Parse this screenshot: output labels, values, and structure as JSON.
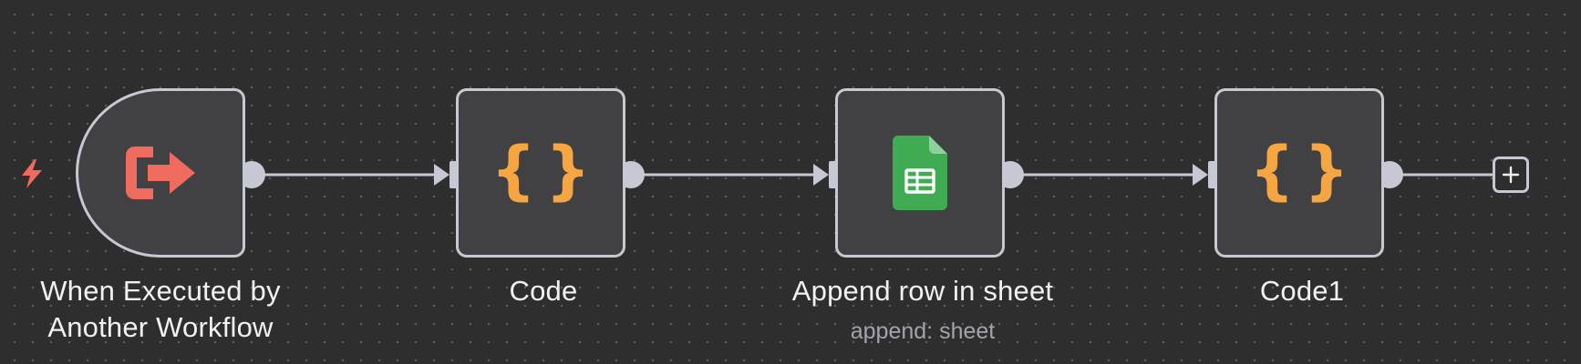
{
  "canvas": {
    "background": "#2e2e2f",
    "dot_color": "#5c5c5e"
  },
  "colors": {
    "node_border": "#c6c9d3",
    "node_fill": "#414144",
    "connection": "#c6c9d3",
    "trigger_icon": "#ef6b5e",
    "code_icon": "#f5a542",
    "sheets_icon": "#3fab53"
  },
  "nodes": [
    {
      "name": "When Executed by Another Workflow",
      "label_lines": [
        "When Executed by",
        "Another Workflow"
      ],
      "icon": "sign-out-arrow-icon",
      "kind": "trigger"
    },
    {
      "name": "Code",
      "label": "Code",
      "icon_text": "{}",
      "icon": "code-braces-icon"
    },
    {
      "name": "Append row in sheet",
      "label": "Append row in sheet",
      "sublabel": "append: sheet",
      "icon": "google-sheets-icon"
    },
    {
      "name": "Code1",
      "label": "Code1",
      "icon_text": "{}",
      "icon": "code-braces-icon"
    }
  ],
  "trigger_badge_icon": "lightning-bolt-icon",
  "add_button": {
    "icon": "plus-icon",
    "label": "+"
  }
}
